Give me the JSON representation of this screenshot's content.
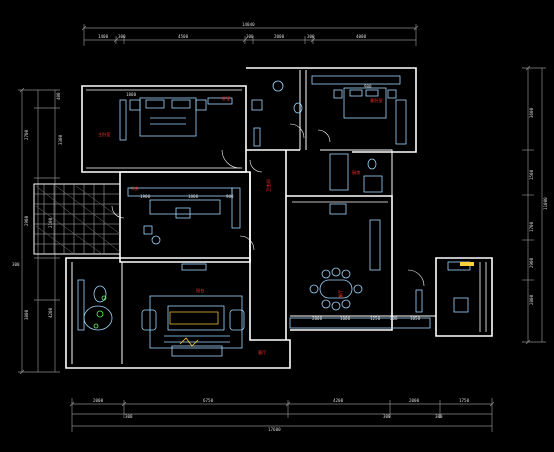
{
  "colors": {
    "background": "#000000",
    "wall": "#ffffff",
    "furniture": "#9fd8ff",
    "dimension": "#8a8a8a",
    "dim_text": "#d8d8d8",
    "label_red": "#ff3030",
    "accent_yellow": "#ffd23a",
    "accent_green": "#5cff5c"
  },
  "dims": {
    "top_total": "14040",
    "top_segments": [
      "1400",
      "300",
      "4500",
      "300",
      "2000",
      "300",
      "4000"
    ],
    "bottom_row1": [
      "2000",
      "6750",
      "4200",
      "2000",
      "1750"
    ],
    "bottom_row2": [
      "300",
      "300",
      "300"
    ],
    "bottom_total": "17600",
    "left": [
      "400",
      "2700",
      "3300",
      "300",
      "2900",
      "3800",
      "4200",
      "2100"
    ],
    "right": [
      "3600",
      "1500",
      "1700",
      "2900",
      "2800",
      "11000"
    ],
    "inner": [
      "1800",
      "900",
      "1800",
      "1900",
      "900",
      "1000",
      "200",
      "2000",
      "1250",
      "1050"
    ]
  },
  "labels": {
    "room1": "主卧室",
    "room2": "卧室",
    "room3": "客卧室",
    "room4": "书房",
    "room5": "餐厅",
    "room6": "客厅",
    "room7": "卫生间",
    "room8": "阳台",
    "room9": "厨房"
  }
}
